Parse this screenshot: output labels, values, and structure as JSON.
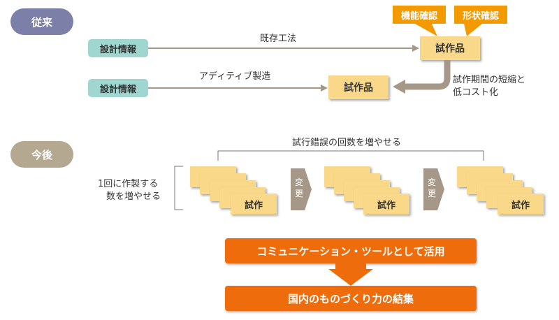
{
  "past": {
    "label": "従来",
    "design_info_1": "設計情報",
    "design_info_2": "設計情報",
    "existing_method": "既存工法",
    "additive": "アディティブ製造",
    "prototype_1": "試作品",
    "prototype_2": "試作品",
    "check_function": "機能確認",
    "check_shape": "形状確認",
    "benefit_line1": "試作期間の短縮と",
    "benefit_line2": "低コスト化"
  },
  "future": {
    "label": "今後",
    "trial_label": "試行錯誤の回数を増やせる",
    "left_line1": "1回に作製する",
    "left_line2": "数を増やせる",
    "card_label_1": "試作",
    "card_label_2": "試作",
    "card_label_3": "試作",
    "change_1": "変更",
    "change_2": "変更",
    "banner_1": "コミュニケーション・ツールとして活用",
    "banner_2": "国内のものづくり力の結集"
  },
  "colors": {
    "past_pill": "#7c7fa8",
    "future_pill": "#b5a890",
    "teal": "#9fd6d0",
    "yellow": "#f9d88a",
    "orange_label": "#f39a00",
    "orange_banner": "#ee6c0b",
    "gray_arrow": "#a59888"
  }
}
